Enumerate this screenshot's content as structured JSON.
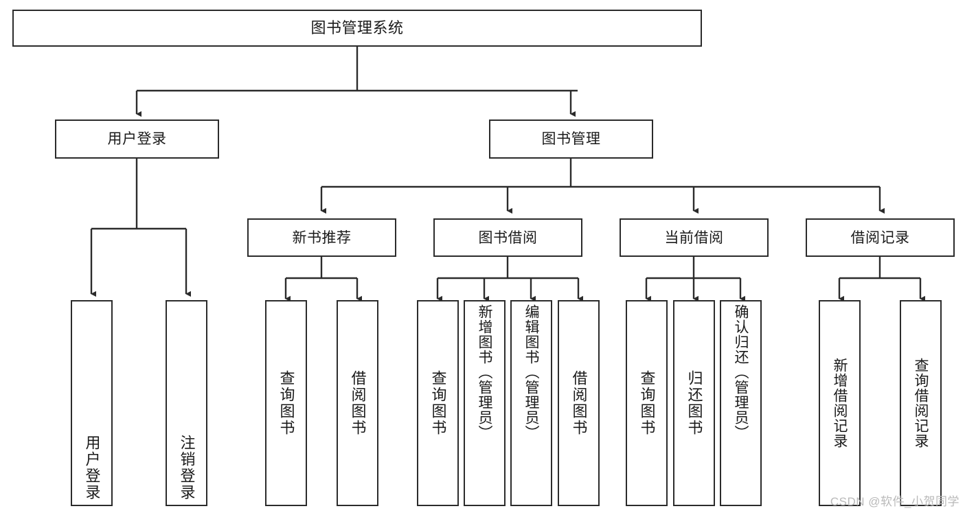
{
  "diagram": {
    "title": "图书管理系统",
    "type": "tree",
    "watermark": "CSDN @软件_小贺同学",
    "colors": {
      "stroke": "#2b2b2b",
      "fill": "#ffffff",
      "text": "#1a1a1a",
      "watermark": "#b9b9b9"
    },
    "root": {
      "label": "图书管理系统"
    },
    "level1": [
      {
        "label": "用户登录"
      },
      {
        "label": "图书管理"
      }
    ],
    "level2": [
      {
        "label": "新书推荐"
      },
      {
        "label": "图书借阅"
      },
      {
        "label": "当前借阅"
      },
      {
        "label": "借阅记录"
      }
    ],
    "leaves": {
      "user_login": [
        {
          "label": "用户登录"
        },
        {
          "label": "注销登录"
        }
      ],
      "new_book_recommend": [
        {
          "label": "查询图书"
        },
        {
          "label": "借阅图书"
        }
      ],
      "book_borrow": [
        {
          "label": "查询图书"
        },
        {
          "label": "新增图书（管理员）"
        },
        {
          "label": "编辑图书（管理员）"
        },
        {
          "label": "借阅图书"
        }
      ],
      "current_borrow": [
        {
          "label": "查询图书"
        },
        {
          "label": "归还图书"
        },
        {
          "label": "确认归还（管理员）"
        }
      ],
      "borrow_record": [
        {
          "label": "新增借阅记录"
        },
        {
          "label": "查询借阅记录"
        }
      ]
    }
  }
}
